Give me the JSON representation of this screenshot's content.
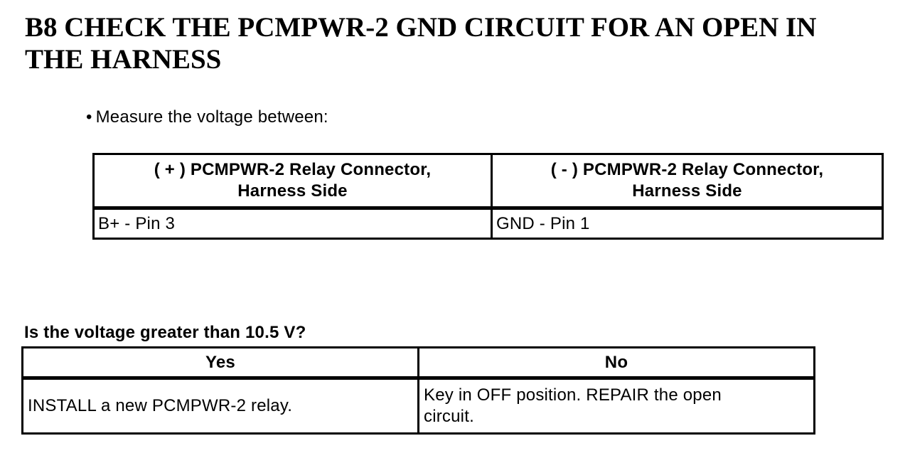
{
  "colors": {
    "background": "#ffffff",
    "text": "#000000",
    "table_border": "#000000"
  },
  "heading": {
    "text": "B8 CHECK THE PCMPWR-2 GND CIRCUIT FOR AN OPEN IN THE HARNESS"
  },
  "instruction": {
    "bullet": "•",
    "text": "Measure the voltage between:"
  },
  "measurement_table": {
    "headers": [
      "( + ) PCMPWR-2 Relay Connector,\nHarness Side",
      "( - ) PCMPWR-2 Relay Connector,\nHarness Side"
    ],
    "rows": [
      [
        "B+ - Pin 3",
        "GND - Pin 1"
      ]
    ]
  },
  "question": {
    "text": "Is the voltage greater than 10.5 V?"
  },
  "decision_table": {
    "headers": [
      "Yes",
      "No"
    ],
    "rows": [
      [
        "INSTALL a new PCMPWR-2 relay.",
        "Key in OFF position. REPAIR the open circuit."
      ]
    ]
  }
}
